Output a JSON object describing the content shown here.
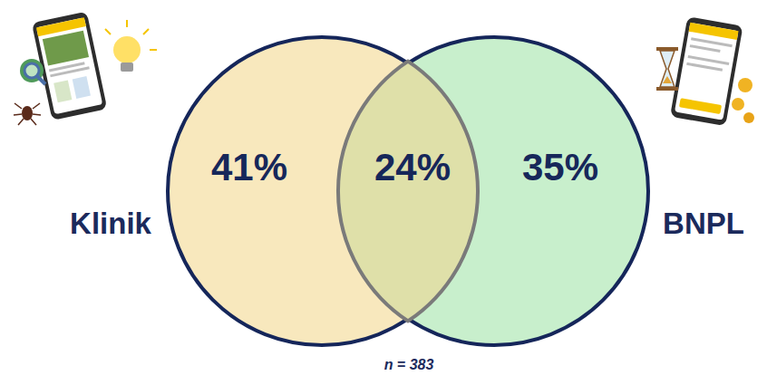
{
  "diagram": {
    "caption": "n = 383",
    "nodes": [
      {
        "text": [
          "41%"
        ]
      },
      {
        "text": [
          "35%"
        ]
      }
    ],
    "labels": [
      "24%",
      "Klinik",
      "BNPL"
    ]
  }
}
